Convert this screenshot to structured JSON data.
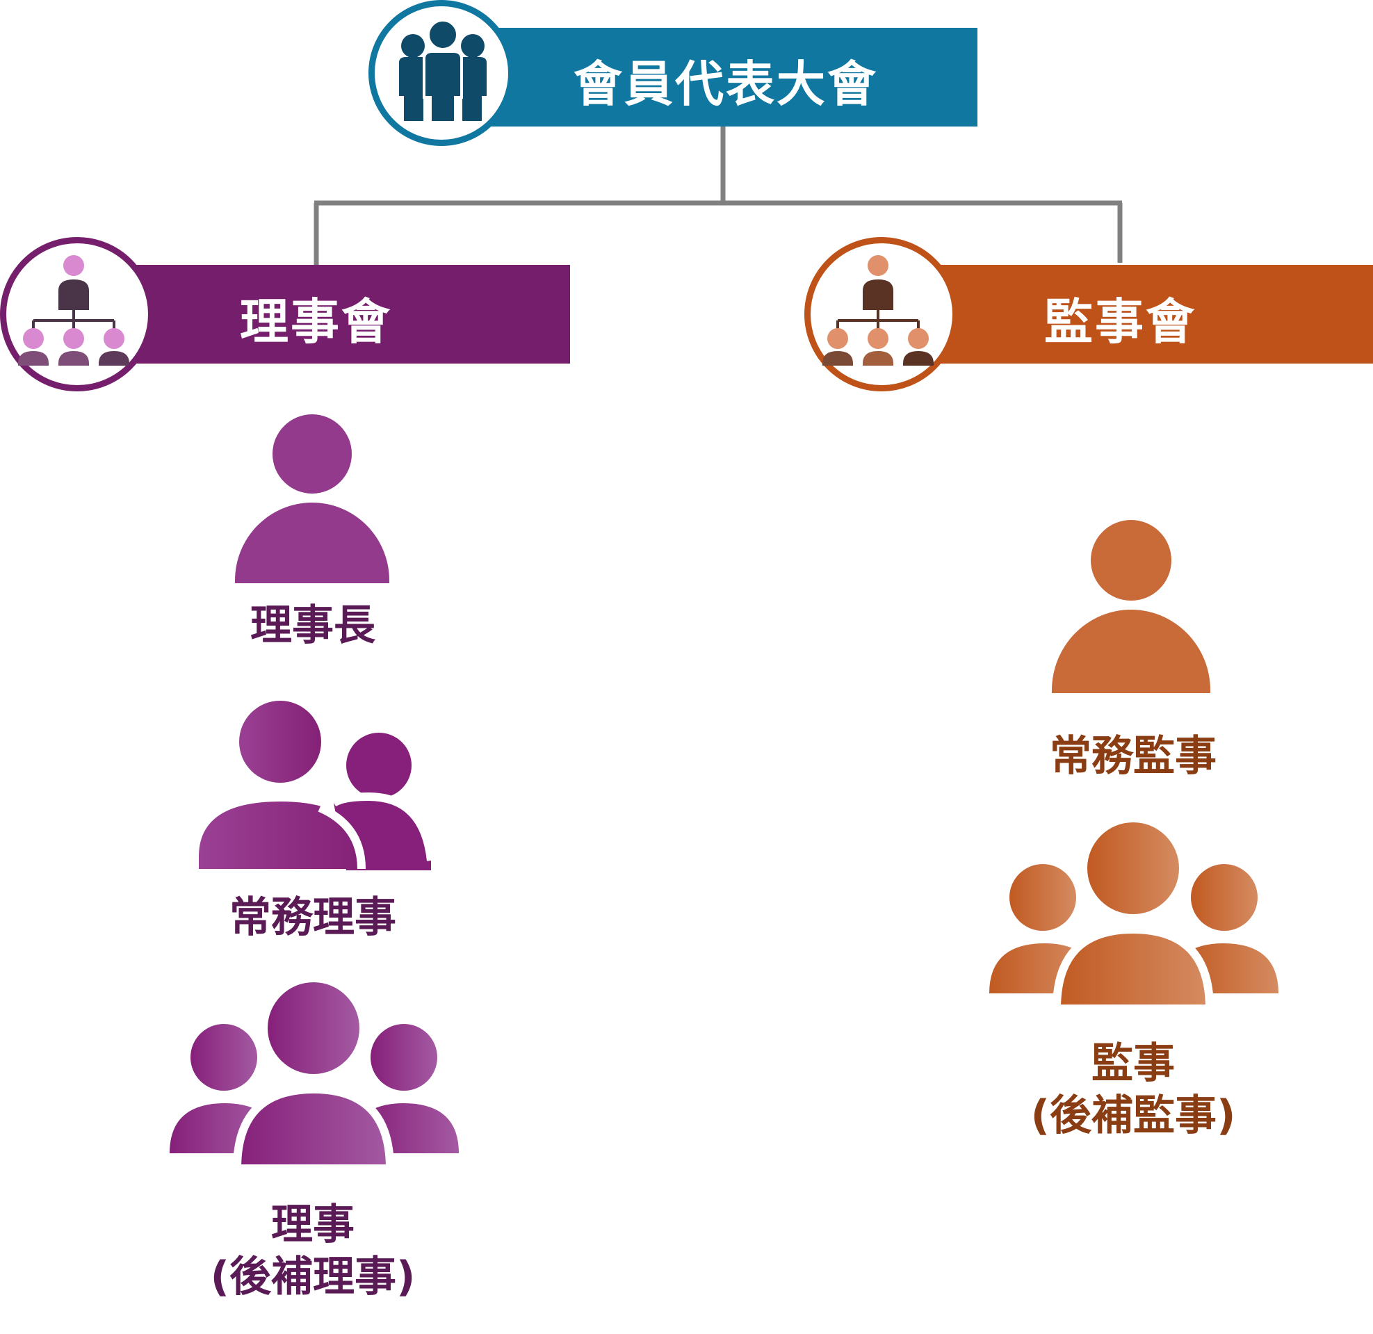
{
  "top": {
    "title": "會員代表大會"
  },
  "board": {
    "title": "理事會",
    "chair": "理事長",
    "standing": "常務理事",
    "member_line1": "理事",
    "member_line2": "(後補理事)"
  },
  "supervisory": {
    "title": "監事會",
    "standing": "常務監事",
    "member_line1": "監事",
    "member_line2": "(後補監事)"
  },
  "colors": {
    "top_blue": "#0f77a0",
    "top_icon": "#0f4a68",
    "board_purple": "#751f6c",
    "board_person": "#933a8c",
    "supervisory_orange": "#be5219",
    "supervisory_person": "#c96a39",
    "connector": "#808080"
  },
  "icons": {
    "top": "group-people-icon",
    "board": "org-chart-icon",
    "supervisory": "org-chart-icon",
    "chair": "person-icon",
    "standing": "two-people-icon",
    "members": "three-people-icon"
  }
}
